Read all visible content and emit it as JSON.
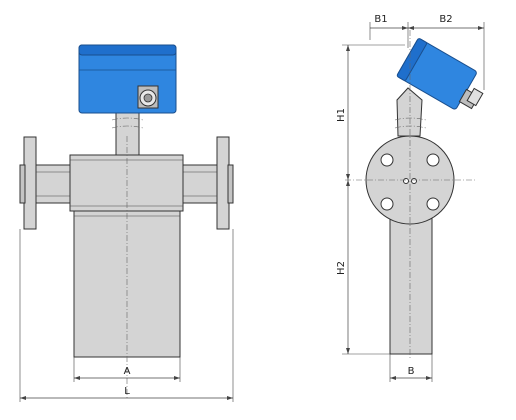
{
  "dimensions": {
    "a": "A",
    "l": "L",
    "b": "B",
    "b1": "B1",
    "b2": "B2",
    "h1": "H1",
    "h2": "H2"
  },
  "colors": {
    "housing_blue": "#2f86e0",
    "metal_gray": "#d4d4d4",
    "outline": "#333333"
  }
}
